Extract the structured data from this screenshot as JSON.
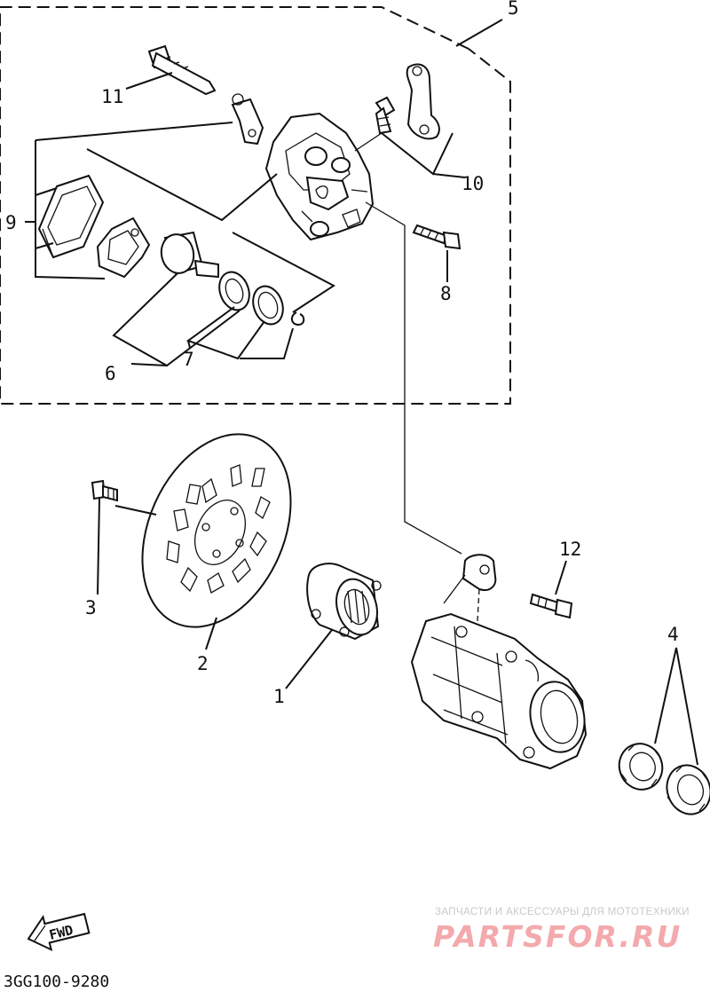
{
  "callouts": {
    "c1": "1",
    "c2": "2",
    "c3": "3",
    "c4": "4",
    "c5": "5",
    "c6": "6",
    "c7": "7",
    "c8": "8",
    "c9": "9",
    "c10": "10",
    "c11": "11",
    "c12": "12"
  },
  "fwd_label": "FWD",
  "drawing_code": "3GG100-9280",
  "watermark": {
    "tagline": "ЗАПЧАСТИ И АКСЕССУАРЫ ДЛЯ МОТОТЕХНИКИ",
    "brand": "PARTSFOR.RU"
  }
}
